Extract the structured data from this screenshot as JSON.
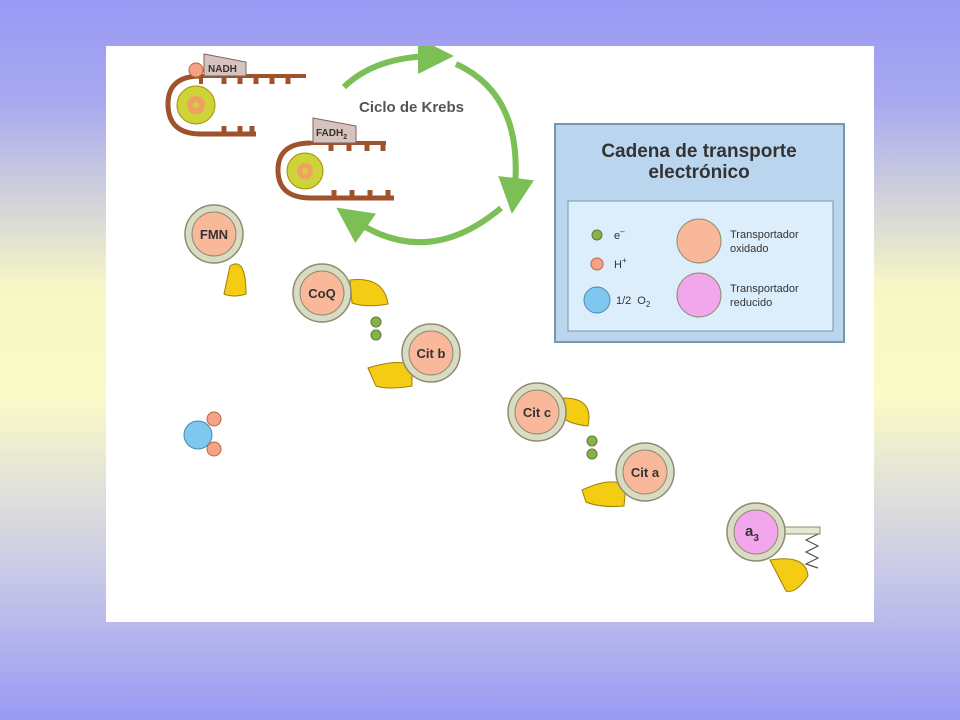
{
  "krebs": {
    "label": "Ciclo de Krebs"
  },
  "carriers": {
    "nadh": "NADH",
    "fadh": "FADH",
    "fadh_sub": "2"
  },
  "components": {
    "fmn": "FMN",
    "coq": "CoQ",
    "citb": "Cit b",
    "citc": "Cit c",
    "cita": "Cit a",
    "a3": "a",
    "a3_sub": "3"
  },
  "legend": {
    "title_line1": "Cadena de transporte",
    "title_line2": "electrónico",
    "electron": "e",
    "electron_sup": "–",
    "proton": "H",
    "proton_sup": "+",
    "oxygen_frac": "1/2",
    "oxygen": "O",
    "oxygen_sub": "2",
    "oxidized_line1": "Transportador",
    "oxidized_line2": "oxidado",
    "reduced_line1": "Transportador",
    "reduced_line2": "reducido"
  },
  "colors": {
    "oxidized": "#f9b89a",
    "reduced": "#f2a6ec",
    "electron": "#88b34a",
    "oxygen": "#7ec8f0",
    "arrow": "#7cbf56",
    "ring": "#d9dcc2",
    "wedge": "#f4cc14",
    "panel": "#b9d6ee",
    "enzyme": "#a0522d",
    "gear": "#cfd33a"
  }
}
